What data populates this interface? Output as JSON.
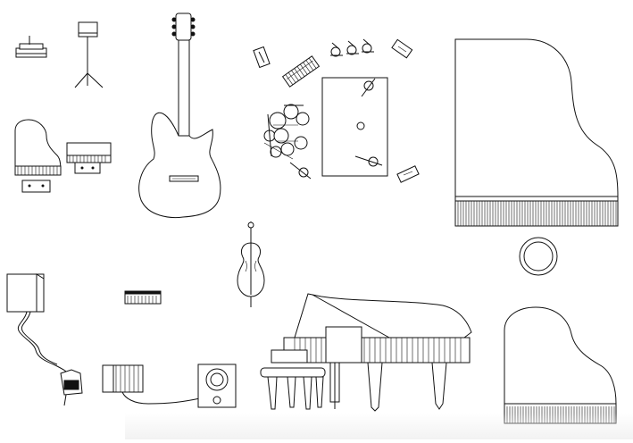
{
  "diagram": {
    "kind": "cad-block-sheet",
    "line_color": "#111111",
    "background": "#ffffff",
    "items": [
      "metronome",
      "music-stand",
      "acoustic-guitar",
      "harmonica-plan",
      "electronic-keyboard",
      "microphone-clips",
      "sheet-music-pad",
      "drum-kit-plan",
      "stage-riser-plan",
      "small-grand-piano-plan",
      "upright-piano-plan",
      "piano-bench-plan",
      "large-grand-piano-plan",
      "drum-stool-plan",
      "cello",
      "keyboard-plan-small",
      "amplifier",
      "guitar-cable",
      "effects-pedal",
      "accordion",
      "speaker-monitor",
      "grand-piano-elevation",
      "piano-stool-elevation",
      "grand-piano-plan-small"
    ]
  }
}
